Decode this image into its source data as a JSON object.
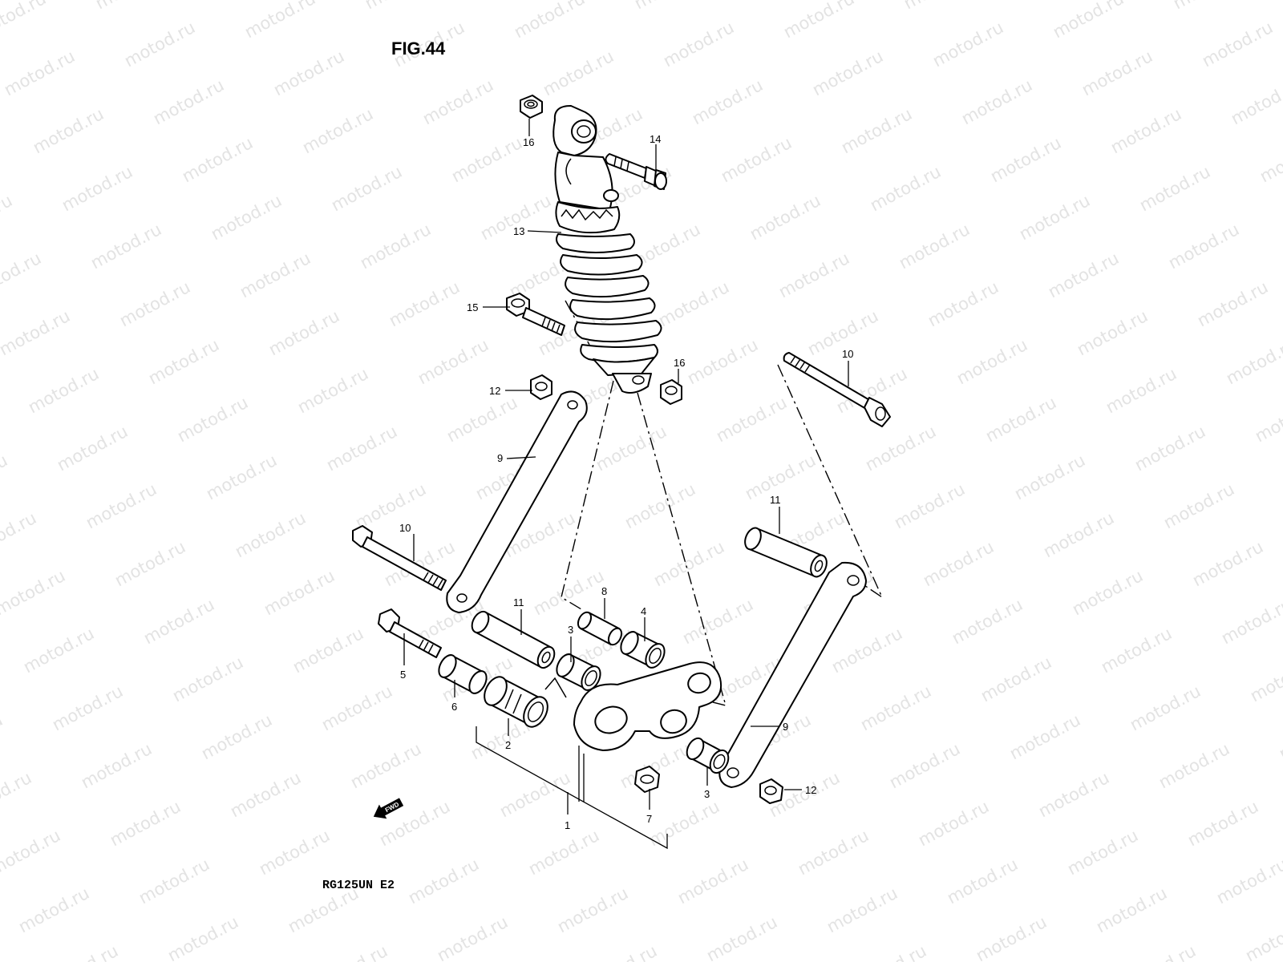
{
  "figure": {
    "title": "FIG.44",
    "model_code": "RG125UN  E2",
    "forward_indicator": "FWD",
    "watermark": "motod.ru"
  },
  "callouts": {
    "c16_top": "16",
    "c14": "14",
    "c13": "13",
    "c15": "15",
    "c16_mid": "16",
    "c12_left": "12",
    "c10_right": "10",
    "c9_left": "9",
    "c10_left": "10",
    "c11_right": "11",
    "c11_mid": "11",
    "c8": "8",
    "c4": "4",
    "c3_top": "3",
    "c5": "5",
    "c6": "6",
    "c2": "2",
    "c3_bottom": "3",
    "c7": "7",
    "c9_right": "9",
    "c12_right": "12",
    "c1": "1"
  }
}
